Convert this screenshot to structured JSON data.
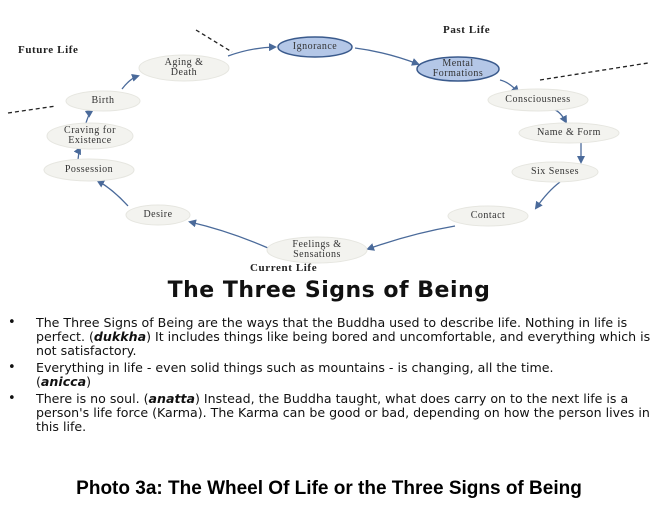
{
  "wheel": {
    "labels": {
      "future_life": "Future Life",
      "past_life": "Past Life",
      "current_life": "Current Life"
    },
    "stages": [
      "Ignorance",
      "Mental Formations",
      "Consciousness",
      "Name & Form",
      "Six Senses",
      "Contact",
      "Feelings & Sensations",
      "Desire",
      "Possession",
      "Craving for Existence",
      "Birth",
      "Aging & Death"
    ],
    "stage_lines": [
      [
        "Ignorance"
      ],
      [
        "Mental",
        "Formations"
      ],
      [
        "Consciousness"
      ],
      [
        "Name & Form"
      ],
      [
        "Six Senses"
      ],
      [
        "Contact"
      ],
      [
        "Feelings &",
        "Sensations"
      ],
      [
        "Desire"
      ],
      [
        "Possession"
      ],
      [
        "Craving for",
        "Existence"
      ],
      [
        "Birth"
      ],
      [
        "Aging &",
        "Death"
      ]
    ],
    "highlighted_color": "#b4c7e7",
    "highlighted_border": "#3a5a8c",
    "arrow_color": "#4a6a9a"
  },
  "title": "The Three Signs of Being",
  "bullets": [
    {
      "segments": [
        {
          "text": "The Three Signs of Being are the ways that the Buddha used to describe life. Nothing in life is perfect. (",
          "style": "normal"
        },
        {
          "text": "dukkha",
          "style": "bold-italic"
        },
        {
          "text": ") It includes things like being bored and uncomfortable, and everything which is not satisfactory.",
          "style": "normal"
        }
      ]
    },
    {
      "segments": [
        {
          "text": "Everything in life - even solid things such as mountains - is changing, all the time.",
          "style": "normal"
        },
        {
          "text": "\n",
          "style": "break"
        },
        {
          "text": "(",
          "style": "normal"
        },
        {
          "text": "anicca",
          "style": "bold-italic"
        },
        {
          "text": ")",
          "style": "normal"
        }
      ]
    },
    {
      "segments": [
        {
          "text": "There is no soul. (",
          "style": "normal"
        },
        {
          "text": "anatta",
          "style": "bold-italic"
        },
        {
          "text": ") Instead, the Buddha taught, what does carry on to the next life is a person's life force (Karma). The Karma can be good or bad, depending on how the person lives in this life.",
          "style": "normal"
        }
      ]
    }
  ],
  "caption": "Photo 3a: The Wheel Of Life or the Three Signs of Being"
}
